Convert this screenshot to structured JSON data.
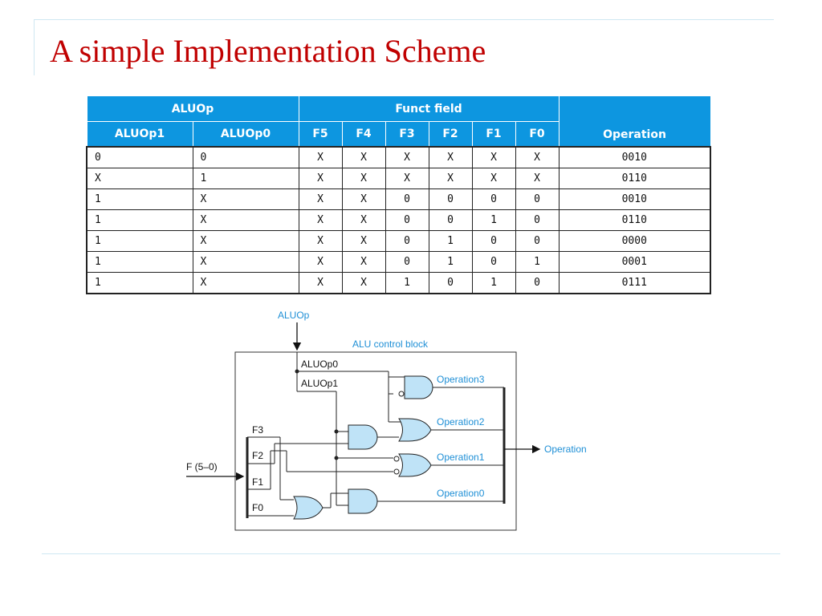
{
  "slide": {
    "title": "A simple Implementation Scheme"
  },
  "table": {
    "group_headers": {
      "aluop": "ALUOp",
      "funct": "Funct field",
      "operation": "Operation"
    },
    "sub_headers": [
      "ALUOp1",
      "ALUOp0",
      "F5",
      "F4",
      "F3",
      "F2",
      "F1",
      "F0"
    ],
    "rows": [
      [
        "0",
        "0",
        "X",
        "X",
        "X",
        "X",
        "X",
        "X",
        "0010"
      ],
      [
        "X",
        "1",
        "X",
        "X",
        "X",
        "X",
        "X",
        "X",
        "0110"
      ],
      [
        "1",
        "X",
        "X",
        "X",
        "0",
        "0",
        "0",
        "0",
        "0010"
      ],
      [
        "1",
        "X",
        "X",
        "X",
        "0",
        "0",
        "1",
        "0",
        "0110"
      ],
      [
        "1",
        "X",
        "X",
        "X",
        "0",
        "1",
        "0",
        "0",
        "0000"
      ],
      [
        "1",
        "X",
        "X",
        "X",
        "0",
        "1",
        "0",
        "1",
        "0001"
      ],
      [
        "1",
        "X",
        "X",
        "X",
        "1",
        "0",
        "1",
        "0",
        "0111"
      ]
    ]
  },
  "diagram": {
    "aluop_input": "ALUOp",
    "block_title": "ALU control block",
    "aluop0": "ALUOp0",
    "aluop1": "ALUOp1",
    "f3": "F3",
    "f2": "F2",
    "f1": "F1",
    "f0": "F0",
    "f_input": "F (5–0)",
    "operation3": "Operation3",
    "operation2": "Operation2",
    "operation1": "Operation1",
    "operation0": "Operation0",
    "operation_output": "Operation",
    "colors": {
      "gate_fill": "#bfe3f7",
      "label_blue": "#1e8fd6",
      "header_blue": "#0d96e0",
      "title_red": "#c00000"
    }
  }
}
